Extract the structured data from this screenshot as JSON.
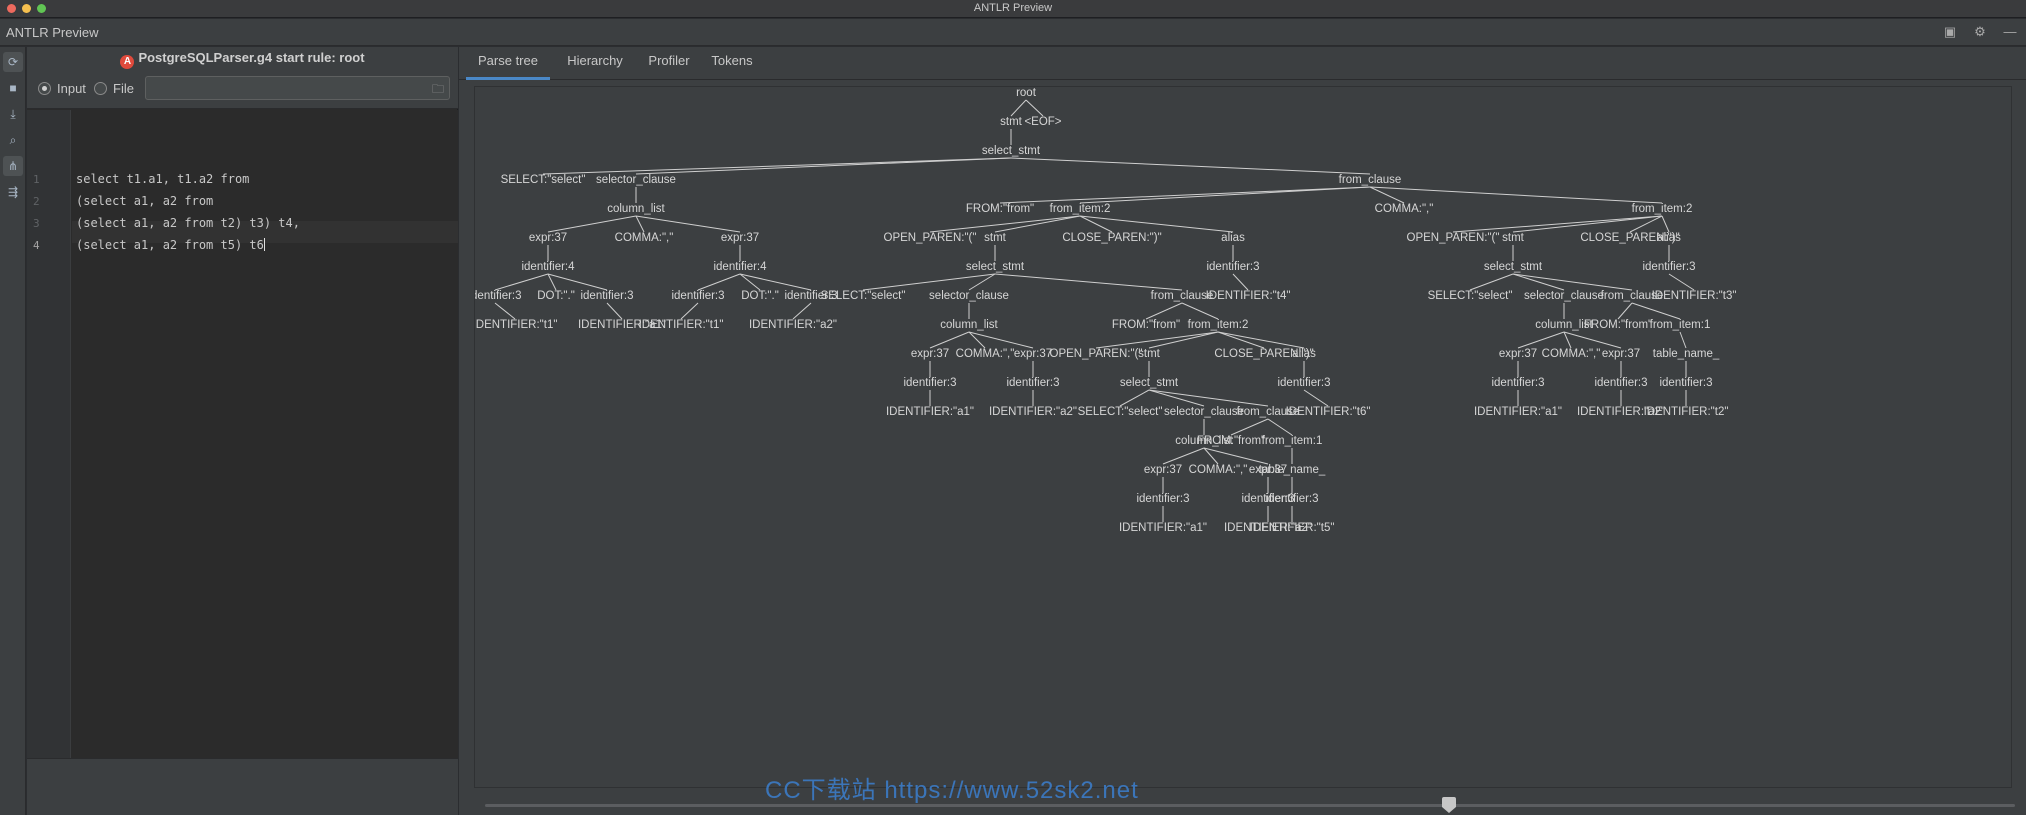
{
  "window": {
    "title": "ANTLR Preview",
    "traffic_lights": [
      "#ed6a5e",
      "#f5bf4f",
      "#61c554"
    ]
  },
  "toolwindow": {
    "name": "ANTLR Preview",
    "actions": [
      "layout-icon",
      "gear-icon",
      "minimize-icon"
    ]
  },
  "left_toolbar": [
    "refresh-icon",
    "stop-icon",
    "step-into-icon",
    "search-icon",
    "tree-icon",
    "export-icon"
  ],
  "grammar": {
    "text": "PostgreSQLParser.g4 start rule: root",
    "icon": "antlr-logo-icon"
  },
  "input_mode": {
    "input_label": "Input",
    "file_label": "File",
    "selected": "Input",
    "file_path": "",
    "browse_icon": "folder-icon"
  },
  "code": {
    "lines": [
      {
        "num": "1",
        "text": "select t1.a1, t1.a2 from"
      },
      {
        "num": "2",
        "text": "(select a1, a2 from"
      },
      {
        "num": "3",
        "text": "(select a1, a2 from t2) t3) t4,"
      },
      {
        "num": "4",
        "text": "(select a1, a2 from t5) t6"
      }
    ],
    "current_line": 4
  },
  "tabs": [
    {
      "label": "Parse tree",
      "active": true
    },
    {
      "label": "Hierarchy",
      "active": false
    },
    {
      "label": "Profiler",
      "active": false
    },
    {
      "label": "Tokens",
      "active": false
    }
  ],
  "parse_tree": {
    "n_root": "root",
    "n_stmt": "stmt",
    "n_eof": "<EOF>",
    "n_ss": "select_stmt",
    "n_sel1": "SELECT:\"select\"",
    "n_sc1": "selector_clause",
    "n_fc1": "from_clause",
    "n_cl1": "column_list",
    "n_e1a": "expr:37",
    "n_comma1": "COMMA:\",\"",
    "n_e1b": "expr:37",
    "n_id4a": "identifier:4",
    "n_id4b": "identifier:4",
    "n_id3a": "identifier:3",
    "n_dota": "DOT:\".\"",
    "n_id3b": "identifier:3",
    "n_id3c": "identifier:3",
    "n_dotb": "DOT:\".\"",
    "n_id3d": "identifier:3",
    "n_IDt1a": "IDENTIFIER:\"t1\"",
    "n_IDa1a": "IDENTIFIER:\"a1\"",
    "n_IDt1b": "IDENTIFIER:\"t1\"",
    "n_IDa2a": "IDENTIFIER:\"a2\"",
    "n_from1": "FROM:\"from\"",
    "n_fi2": "from_item:2",
    "n_comma_f": "COMMA:\",\"",
    "n_fi2b": "from_item:2",
    "n_op1": "OPEN_PAREN:\"(\"",
    "n_stmt2": "stmt",
    "n_cp1": "CLOSE_PAREN:\")\"",
    "n_alias1": "alias",
    "n_ss2": "select_stmt",
    "n_alid1": "identifier:3",
    "n_alID1": "IDENTIFIER:\"t4\"",
    "n_sel2": "SELECT:\"select\"",
    "n_sc2": "selector_clause",
    "n_fc2": "from_clause",
    "n_cl2": "column_list",
    "n_e2a": "expr:37",
    "n_c2": "COMMA:\",\"",
    "n_e2b": "expr:37",
    "n_i2a": "identifier:3",
    "n_i2b": "identifier:3",
    "n_I2a": "IDENTIFIER:\"a1\"",
    "n_I2b": "IDENTIFIER:\"a2\"",
    "n_from2": "FROM:\"from\"",
    "n_fi2c": "from_item:2",
    "n_op2": "OPEN_PAREN:\"(\"",
    "n_stmt3": "stmt",
    "n_cp2": "CLOSE_PAREN:\")\"",
    "n_alias2": "alias",
    "n_ss3": "select_stmt",
    "n_ai2": "identifier:3",
    "n_aI2": "IDENTIFIER:\"t3\"",
    "n_sel3": "SELECT:\"select\"",
    "n_sc3": "selector_clause",
    "n_fc3": "from_clause",
    "n_cl3": "column_list",
    "n_from3": "FROM:\"from\"",
    "n_fi1": "from_item:1",
    "n_e3a": "expr:37",
    "n_c3": "COMMA:\",\"",
    "n_e3b": "expr:37",
    "n_tn1": "table_name_",
    "n_i3a": "identifier:3",
    "n_i3b": "identifier:3",
    "n_i3c": "identifier:3",
    "n_I3a": "IDENTIFIER:\"a1\"",
    "n_I3b": "IDENTIFIER:\"a2\"",
    "n_I3c": "IDENTIFIER:\"t2\"",
    "n_op3": "OPEN_PAREN:\"(\"",
    "n_stmt4": "stmt",
    "n_cp3": "CLOSE_PAREN:\")\"",
    "n_alias3": "alias",
    "n_ss4": "select_stmt",
    "n_ai3": "identifier:3",
    "n_aI3": "IDENTIFIER:\"t6\"",
    "n_sel4": "SELECT:\"select\"",
    "n_sc4": "selector_clause",
    "n_fc4": "from_clause",
    "n_cl4": "column_list",
    "n_from4": "FROM:\"from\"",
    "n_fi1b": "from_item:1",
    "n_e4a": "expr:37",
    "n_c4": "COMMA:\",\"",
    "n_e4b": "expr:37",
    "n_tn2": "table_name_",
    "n_i4a": "identifier:3",
    "n_i4b": "identifier:3",
    "n_i4c": "identifier:3",
    "n_I4a": "IDENTIFIER:\"a1\"",
    "n_I4b": "IDENTIFIER:\"a2\"",
    "n_I4c": "IDENTIFIER:\"t5\""
  },
  "zoom_level": 0.63,
  "watermark": "CC下载站 https://www.52sk2.net"
}
